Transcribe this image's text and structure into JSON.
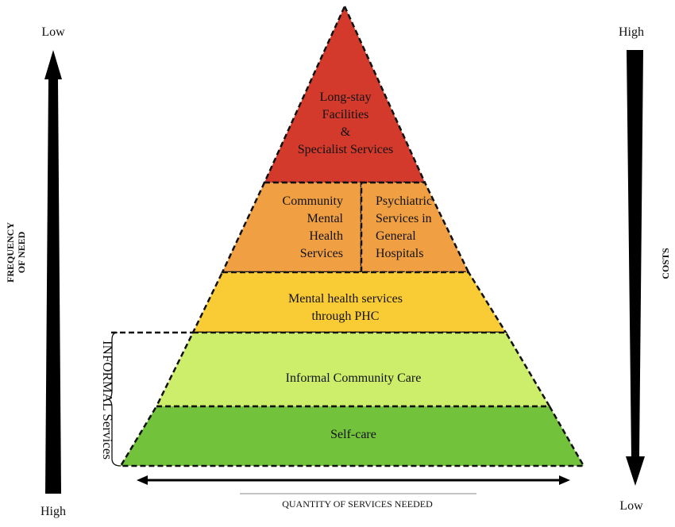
{
  "left_axis": {
    "top": "Low",
    "bottom": "High",
    "title_line1": "FREQUENCY",
    "title_line2": "OF NEED"
  },
  "right_axis": {
    "top": "High",
    "bottom": "Low",
    "title": "COSTS"
  },
  "bottom_axis": {
    "title": "QUANTITY OF SERVICES NEEDED"
  },
  "brace_label": "INFORMAL Services",
  "levels": [
    {
      "lines": [
        "Long-stay",
        "Facilities",
        "&",
        "Specialist Services"
      ],
      "color": "#d43a2c"
    },
    {
      "lines": [
        "Community",
        "Mental",
        "Health",
        "Services"
      ],
      "color": "#f0a043"
    },
    {
      "lines": [
        "Psychiatric",
        "Services in",
        "General",
        "Hospitals"
      ],
      "color": "#f0a043"
    },
    {
      "lines": [
        "Mental health services",
        "through PHC"
      ],
      "color": "#f9cc35"
    },
    {
      "lines": [
        "Informal Community Care"
      ],
      "color": "#cdee6a"
    },
    {
      "lines": [
        "Self-care"
      ],
      "color": "#72c23c"
    }
  ]
}
